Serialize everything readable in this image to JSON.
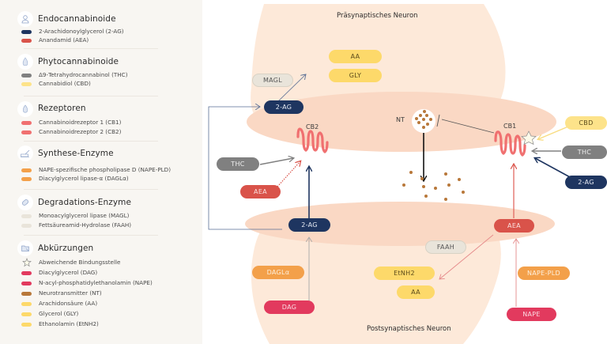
{
  "colors": {
    "panel_bg": "#f8f6f2",
    "endocannabinoid_2ag": "#1e3560",
    "endocannabinoid_aea": "#d9534a",
    "thc": "#808080",
    "cbd": "#fde38a",
    "receptor": "#f07070",
    "synthesis_enzyme": "#f3a04a",
    "degradation_enzyme": "#e9e4da",
    "dag": "#e23a5e",
    "nape": "#e23a5e",
    "nt": "#b8783a",
    "aa": "#fdd96a",
    "gly": "#fdd96a",
    "etnh2": "#fdd96a",
    "neuron_outer": "#fde9d9",
    "neuron_inner": "#fad8c4"
  },
  "legend": {
    "sections": [
      {
        "title": "Endocannabinoide",
        "icon": "person-icon",
        "items": [
          {
            "label": "2-Arachidonoylglycerol (2-AG)",
            "color": "#1e3560"
          },
          {
            "label": "Anandamid (AEA)",
            "color": "#d9534a"
          }
        ]
      },
      {
        "title": "Phytocannabinoide",
        "icon": "cannabis-leaf-icon",
        "items": [
          {
            "label": "Δ9-Tetrahydrocannabinol (THC)",
            "color": "#808080"
          },
          {
            "label": "Cannabidiol (CBD)",
            "color": "#fde38a"
          }
        ]
      },
      {
        "title": "Rezeptoren",
        "icon": "receptor-icon",
        "items": [
          {
            "label": "Cannabinoidrezeptor 1 (CB1)",
            "color": "#f07070"
          },
          {
            "label": "Cannabinoidrezeptor 2 (CB2)",
            "color": "#f07070"
          }
        ]
      },
      {
        "title": "Synthese-Enzyme",
        "icon": "synthesis-icon",
        "items": [
          {
            "label": "NAPE-spezifische  phospholipase D (NAPE-PLD)",
            "color": "#f3a04a"
          },
          {
            "label": "Diacylglycerol lipase-α (DAGLα)",
            "color": "#f3a04a"
          }
        ]
      },
      {
        "title": "Degradations-Enzyme",
        "icon": "degradation-icon",
        "items": [
          {
            "label": "Monoacylglycerol lipase (MAGL)",
            "color": "#e9e4da"
          },
          {
            "label": "Fettsäureamid-Hydrolase (FAAH)",
            "color": "#e9e4da"
          }
        ]
      },
      {
        "title": "Abkürzungen",
        "icon": "folder-icon",
        "items": [
          {
            "label": "Abweichende Bindungsstelle",
            "color": "",
            "symbol": "star-icon"
          },
          {
            "label": "Diacylglycerol (DAG)",
            "color": "#e23a5e"
          },
          {
            "label": "N-acyl-phosphatidylethanolamin (NAPE)",
            "color": "#e23a5e"
          },
          {
            "label": "Neurotransmitter (NT)",
            "color": "#b8783a"
          },
          {
            "label": "Arachidonsäure (AA)",
            "color": "#fdd96a"
          },
          {
            "label": "Glycerol (GLY)",
            "color": "#fdd96a"
          },
          {
            "label": "Ethanolamin (EtNH2)",
            "color": "#fdd96a"
          }
        ]
      }
    ]
  },
  "diagram": {
    "presynaptic_title": "Präsynaptisches Neuron",
    "postsynaptic_title": "Postsynaptisches Neuron",
    "labels": {
      "cb1": "CB1",
      "cb2": "CB2",
      "nt": "NT"
    },
    "pills": {
      "aa_top": "AA",
      "gly": "GLY",
      "magl": "MAGL",
      "twoag_pre": "2-AG",
      "thc_left": "THC",
      "aea_left": "AEA",
      "twoag_post": "2-AG",
      "daglα": "DAGLα",
      "dag": "DAG",
      "etnh2": "EtNH2",
      "aa_bottom": "AA",
      "faah": "FAAH",
      "aea_post": "AEA",
      "nape_pld": "NAPE-PLD",
      "nape": "NAPE",
      "cbd": "CBD",
      "thc_right": "THC",
      "twoag_right": "2-AG"
    }
  }
}
